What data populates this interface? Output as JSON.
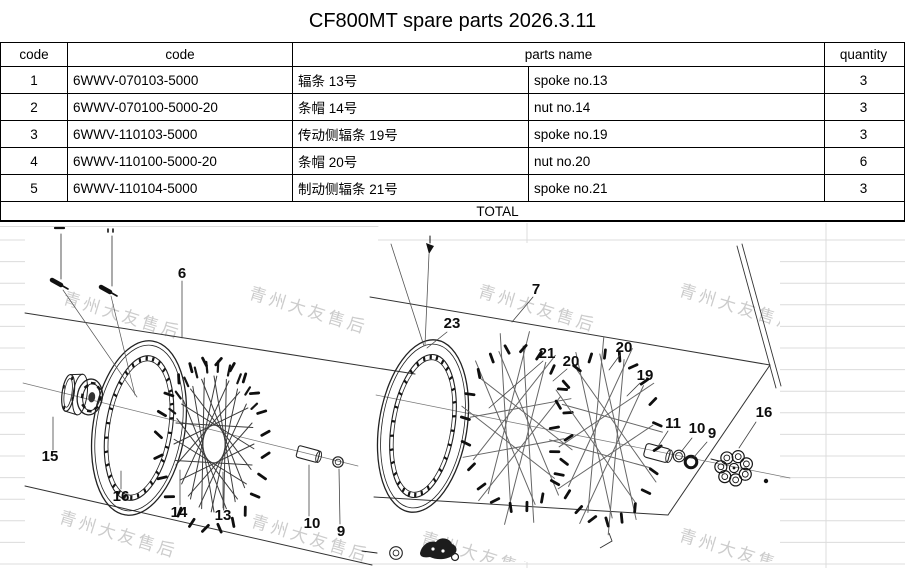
{
  "title": "CF800MT spare parts 2026.3.11",
  "table": {
    "headers": {
      "col1": "code",
      "col2": "code",
      "col3": "parts name",
      "col4": "quantity"
    },
    "rows": [
      {
        "no": "1",
        "code": "6WWV-070103-5000",
        "name_cn": "辐条 13号",
        "name_en": "spoke no.13",
        "qty": "3"
      },
      {
        "no": "2",
        "code": "6WWV-070100-5000-20",
        "name_cn": "条帽  14号",
        "name_en": "nut  no.14",
        "qty": "3"
      },
      {
        "no": "3",
        "code": "6WWV-110103-5000",
        "name_cn": "传动侧辐条 19号",
        "name_en": "spoke no.19",
        "qty": "3"
      },
      {
        "no": "4",
        "code": "6WWV-110100-5000-20",
        "name_cn": "条帽  20号",
        "name_en": "nut  no.20",
        "qty": "6"
      },
      {
        "no": "5",
        "code": "6WWV-110104-5000",
        "name_cn": "制动侧辐条  21号",
        "name_en": "spoke no.21",
        "qty": "3"
      }
    ],
    "total_label": "TOTAL"
  },
  "diagram": {
    "watermark": "青州大友售后",
    "labels": [
      "6",
      "15",
      "16",
      "14",
      "13",
      "10",
      "9",
      "7",
      "23",
      "21",
      "20",
      "20",
      "19",
      "11",
      "10",
      "9",
      "16"
    ],
    "colors": {
      "gridline": "#dcdcdc",
      "watermark": "#cccccc",
      "ink": "#222222"
    }
  }
}
